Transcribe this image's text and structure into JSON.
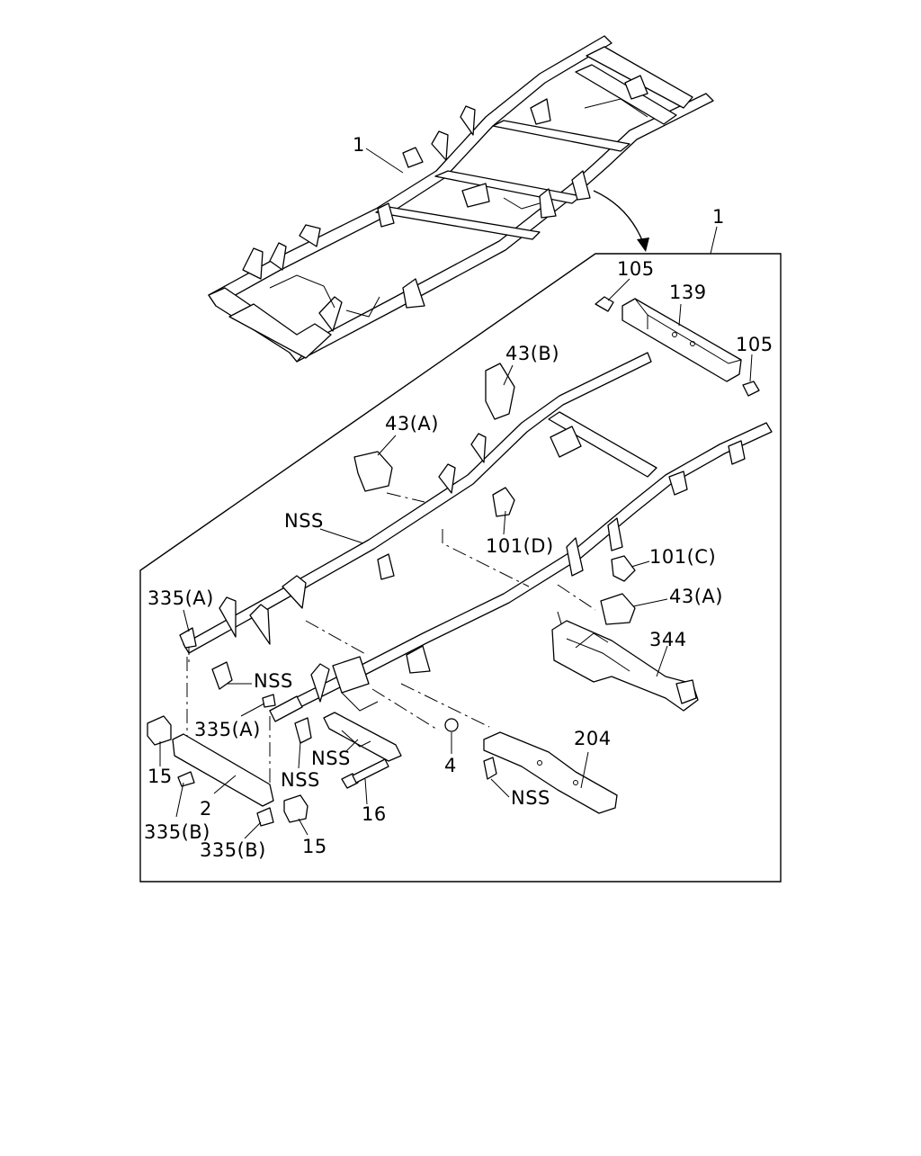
{
  "diagram": {
    "labels": {
      "overview_main": "1",
      "exploded_main": "1",
      "p105_left": "105",
      "p139": "139",
      "p105_right": "105",
      "p43b": "43(B)",
      "p43a_top": "43(A)",
      "nss_rail": "NSS",
      "p101d": "101(D)",
      "p101c": "101(C)",
      "p43a_right": "43(A)",
      "p335a_top": "335(A)",
      "nss_bracket": "NSS",
      "p335a_mid": "335(A)",
      "p344": "344",
      "p15_left": "15",
      "p2": "2",
      "p335b_left": "335(B)",
      "p335b_mid": "335(B)",
      "p15_right": "15",
      "nss_bolt": "NSS",
      "nss_hanger": "NSS",
      "p16": "16",
      "p4": "4",
      "p204": "204",
      "nss_plate": "NSS"
    }
  }
}
